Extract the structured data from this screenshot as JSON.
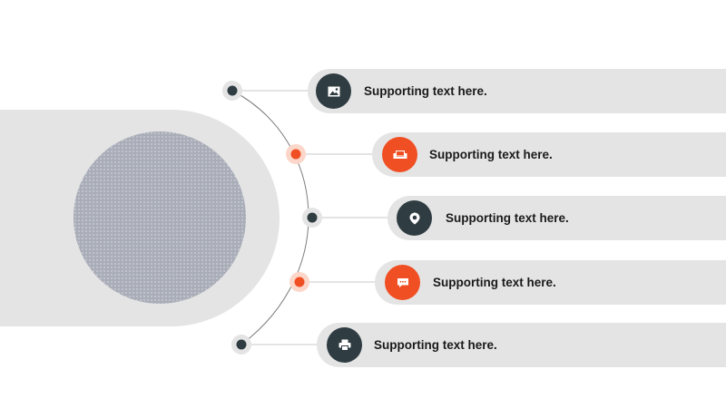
{
  "items": [
    {
      "label": "Supporting text here.",
      "icon": "image-icon",
      "accent": "dark"
    },
    {
      "label": "Supporting text here.",
      "icon": "sofa-icon",
      "accent": "orange"
    },
    {
      "label": "Supporting text here.",
      "icon": "location-pin-icon",
      "accent": "dark"
    },
    {
      "label": "Supporting text here.",
      "icon": "chat-bubble-icon",
      "accent": "orange"
    },
    {
      "label": "Supporting text here.",
      "icon": "printer-icon",
      "accent": "dark"
    }
  ],
  "colors": {
    "dark": "#2f3c42",
    "orange": "#f04e23",
    "band": "#e4e4e4",
    "placeholder": "#a9adb8"
  }
}
